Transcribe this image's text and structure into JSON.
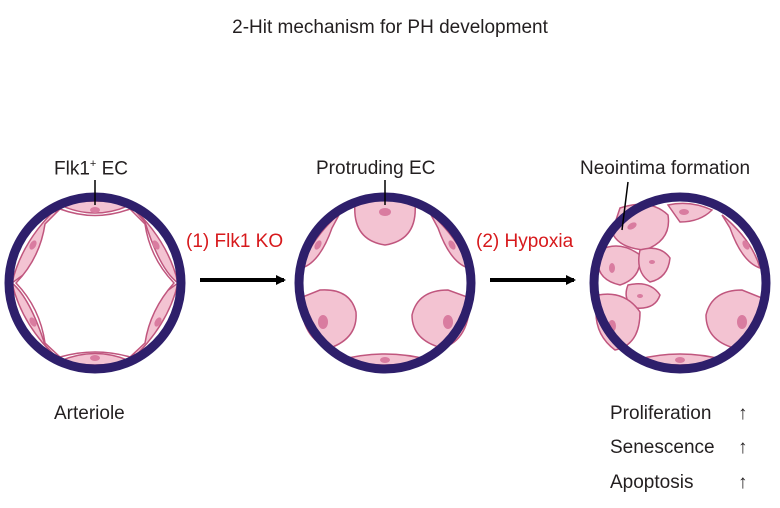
{
  "title": "2-Hit mechanism for PH development",
  "labels": {
    "flk1_ec_main": "Flk1",
    "flk1_ec_sup": "+",
    "flk1_ec_rest": " EC",
    "protruding_ec": "Protruding EC",
    "neointima": "Neointima formation",
    "arteriole": "Arteriole"
  },
  "steps": {
    "step1": "(1) Flk1 KO",
    "step2": "(2) Hypoxia"
  },
  "indicators": [
    {
      "label": "Proliferation",
      "arrow": "↑"
    },
    {
      "label": "Senescence",
      "arrow": "↑"
    },
    {
      "label": "Apoptosis",
      "arrow": "↑"
    }
  ],
  "colors": {
    "vessel_wall": "#2e1f6b",
    "cell_fill": "#f3c3d2",
    "cell_stroke": "#c0567e",
    "nucleus": "#d97ca0",
    "step_text": "#d7191c",
    "arrow": "#000000"
  }
}
